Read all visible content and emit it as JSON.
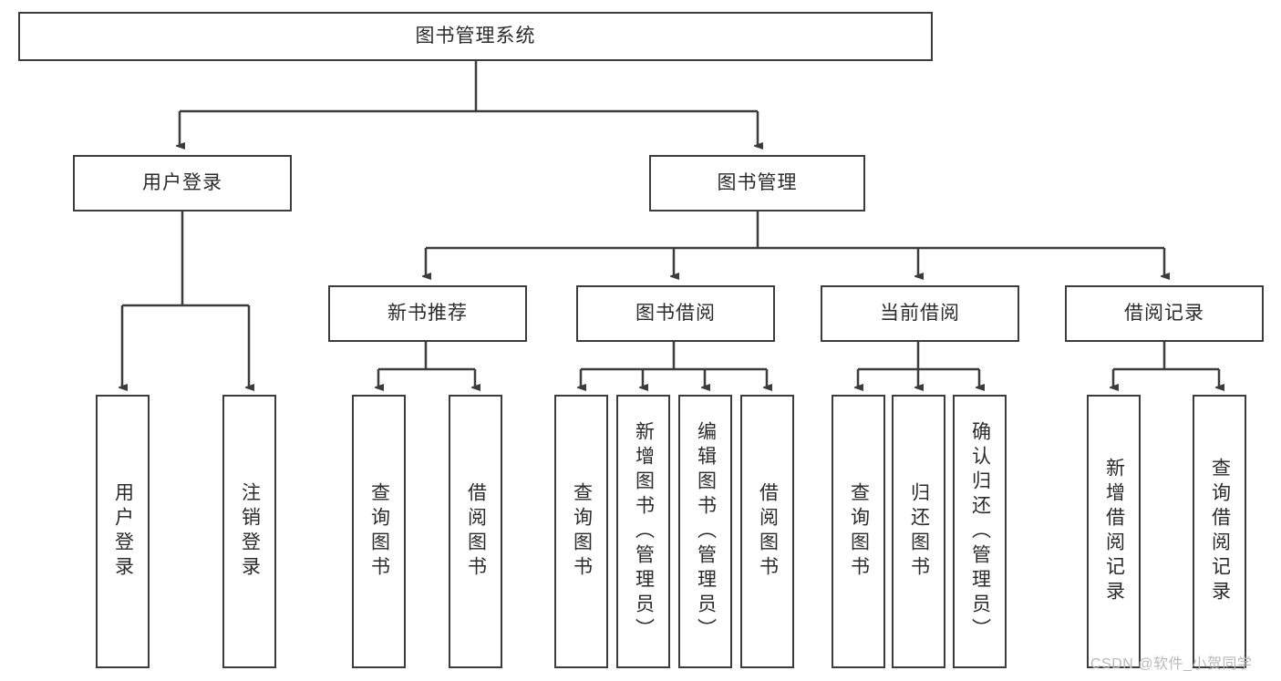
{
  "diagram": {
    "type": "tree",
    "title": "图书管理系统",
    "root": {
      "id": "root",
      "label": "图书管理系统"
    },
    "level2": [
      {
        "id": "user-login",
        "label": "用户登录"
      },
      {
        "id": "book-manage",
        "label": "图书管理"
      }
    ],
    "level3": [
      {
        "id": "new-book-recommend",
        "label": "新书推荐"
      },
      {
        "id": "book-borrow",
        "label": "图书借阅"
      },
      {
        "id": "current-borrow",
        "label": "当前借阅"
      },
      {
        "id": "borrow-record",
        "label": "借阅记录"
      }
    ],
    "leaves": [
      {
        "id": "leaf-user-login",
        "label": "用户登录",
        "parent": "user-login"
      },
      {
        "id": "leaf-logout-login",
        "label": "注销登录",
        "parent": "user-login"
      },
      {
        "id": "leaf-query-book-1",
        "label": "查询图书",
        "parent": "new-book-recommend"
      },
      {
        "id": "leaf-borrow-book-1",
        "label": "借阅图书",
        "parent": "new-book-recommend"
      },
      {
        "id": "leaf-query-book-2",
        "label": "查询图书",
        "parent": "book-borrow"
      },
      {
        "id": "leaf-add-book",
        "label": "新增图书（管理员）",
        "parent": "book-borrow"
      },
      {
        "id": "leaf-edit-book",
        "label": "编辑图书（管理员）",
        "parent": "book-borrow"
      },
      {
        "id": "leaf-borrow-book-2",
        "label": "借阅图书",
        "parent": "book-borrow"
      },
      {
        "id": "leaf-query-book-3",
        "label": "查询图书",
        "parent": "current-borrow"
      },
      {
        "id": "leaf-return-book",
        "label": "归还图书",
        "parent": "current-borrow"
      },
      {
        "id": "leaf-confirm-return",
        "label": "确认归还（管理员）",
        "parent": "current-borrow"
      },
      {
        "id": "leaf-add-record",
        "label": "新增借阅记录",
        "parent": "borrow-record"
      },
      {
        "id": "leaf-query-record",
        "label": "查询借阅记录",
        "parent": "borrow-record"
      }
    ],
    "colors": {
      "stroke": "#3c3c3c",
      "background": "#ffffff",
      "text": "#2b2b2b",
      "watermark": "#b9b9b9"
    }
  },
  "watermark": {
    "text": "CSDN @软件_小贺同学"
  }
}
